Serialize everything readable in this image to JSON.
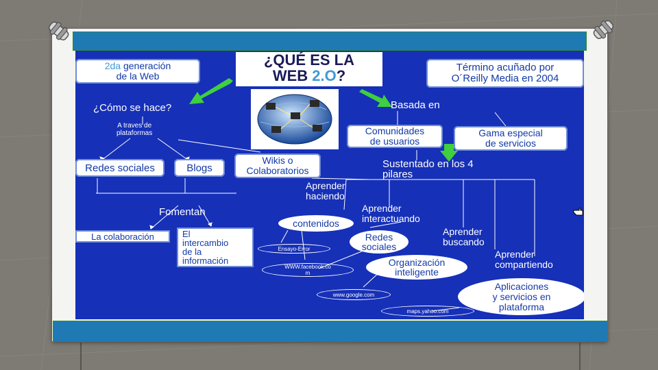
{
  "slide": {
    "title_line1": "¿QUÉ ES LA",
    "title_line2_a": "WEB ",
    "title_line2_b": "2.O",
    "title_line2_c": "?",
    "box_gen_a": "2da",
    "box_gen_b": " generación",
    "box_gen_c": "de la Web",
    "box_termino_1": "Término acuñado por",
    "box_termino_2": "O´Reilly Media en 2004",
    "como": "¿Cómo se hace?",
    "traves_1": "A traves de",
    "traves_2": "plataformas",
    "basada": "Basada en",
    "comunidades_1": "Comunidades",
    "comunidades_2": "de usuarios",
    "gama_1": "Gama especial",
    "gama_2": "de servicios",
    "redes": "Redes sociales",
    "blogs": "Blogs",
    "wikis_1": "Wikis o",
    "wikis_2": "Colaboratorios",
    "sustentado_1": "Sustentado en los  4",
    "sustentado_2": "pilares",
    "haciendo_1": "Aprender",
    "haciendo_2": "haciendo",
    "interactuando_1": "Aprender",
    "interactuando_2": "interactuando",
    "buscando_1": "Aprender",
    "buscando_2": "buscando",
    "compartiendo_1": "Aprender",
    "compartiendo_2": "compartiendo",
    "fomentan": "Fomentan",
    "colaboracion": "La colaboración",
    "intercambio_1": "El",
    "intercambio_2": "intercambio",
    "intercambio_3": "de la",
    "intercambio_4": "información",
    "contenidos": "contenidos",
    "redes2_1": "Redes",
    "redes2_2": "sociales",
    "organizacion_1": "Organización",
    "organizacion_2": "inteligente",
    "aplicaciones_1": "Aplicaciones",
    "aplicaciones_2": "y servicios en",
    "aplicaciones_3": "plataforma",
    "link_ensayo": "Ensayo-Error",
    "link_facebook_1": "WWW.facebook.co",
    "link_facebook_2": "m",
    "link_google": "www.google.com",
    "link_maps": "maps.yahoo.com"
  },
  "colors": {
    "slide_bg": "#1630b8",
    "bar": "#1f7ab3",
    "arrow": "#3fcf3f"
  }
}
